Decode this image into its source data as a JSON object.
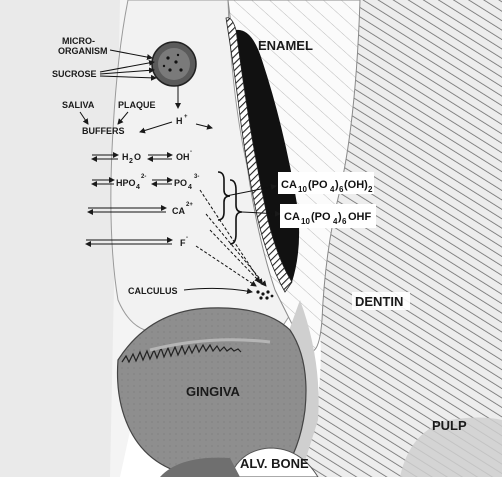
{
  "labels": {
    "micro_organism": [
      "MICRO-",
      "ORGANISM"
    ],
    "sucrose": "SUCROSE",
    "saliva": "SALIVA",
    "plaque": "PLAQUE",
    "buffers": "BUFFERS",
    "enamel": "ENAMEL",
    "dentin": "DENTIN",
    "gingiva": "GINGIVA",
    "pulp": "PULP",
    "alv_bone": "ALV. BONE",
    "calculus": "CALCULUS"
  },
  "ions": {
    "h_plus": {
      "base": "H",
      "sup": "+"
    },
    "water": {
      "base": "H",
      "sub": "2",
      "rest": "O"
    },
    "hydroxide": {
      "base": "OH",
      "sup": "-"
    },
    "hydrogen_phosphate": {
      "base": "HPO",
      "sub": "4",
      "sup": "2-"
    },
    "phosphate": {
      "base": "PO",
      "sub": "4",
      "sup": "3-"
    },
    "calcium": {
      "base": "CA",
      "sup": "2+"
    },
    "fluoride": {
      "base": "F",
      "sup": "-"
    }
  },
  "formulas": {
    "hydroxyapatite": {
      "p1": "CA",
      "s1": "10",
      "p2": "(PO",
      "s2": "4",
      "p3": ")",
      "s3": "6",
      "p4": "(OH)",
      "s4": "2"
    },
    "fluorapatite": {
      "p1": "CA",
      "s1": "10",
      "p2": "(PO",
      "s2": "4",
      "p3": ")",
      "s3": "6",
      "p4": "OHF"
    }
  }
}
